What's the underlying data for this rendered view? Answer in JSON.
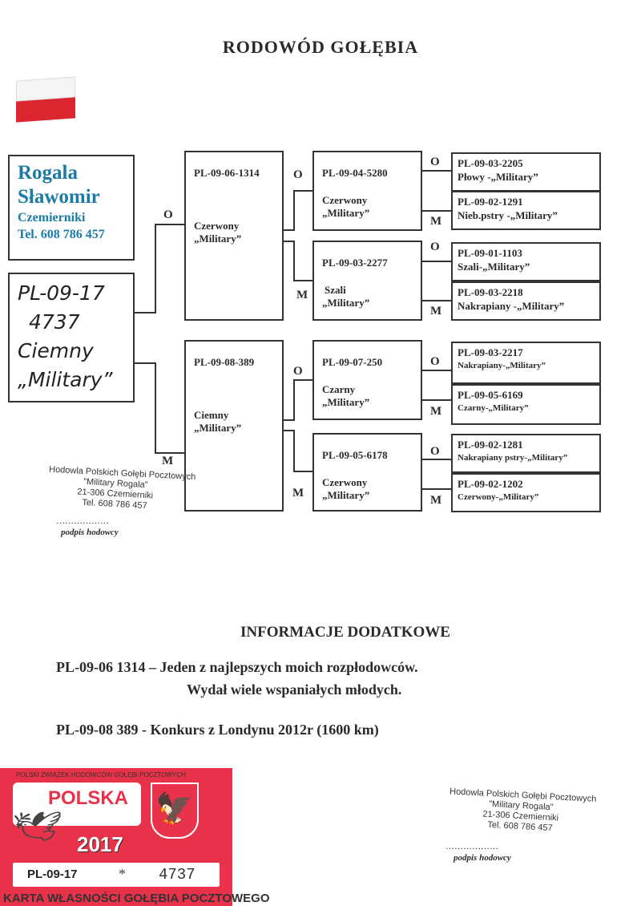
{
  "title": "RODOWÓD GOŁĘBIA",
  "owner": {
    "surname": "Rogala",
    "name": "Sławomir",
    "town": "Czemierniki",
    "phone": "Tel. 608 786 457"
  },
  "bird": {
    "ring_line1": "PL-09-17",
    "ring_line2": "4737",
    "color": "Ciemny",
    "strain": "„Military”"
  },
  "labels": {
    "father": "O",
    "mother": "M"
  },
  "gen1": [
    {
      "ring": "PL-09-06-1314",
      "color": "Czerwony",
      "strain": "„Military”"
    },
    {
      "ring": "PL-09-08-389",
      "color": "Ciemny",
      "strain": "„Military”"
    }
  ],
  "gen2": [
    {
      "ring": "PL-09-04-5280",
      "color": "Czerwony",
      "strain": "„Military”"
    },
    {
      "ring": "PL-09-03-2277",
      "color": "Szali",
      "strain": "„Military”"
    },
    {
      "ring": "PL-09-07-250",
      "color": "Czarny",
      "strain": "„Military”"
    },
    {
      "ring": "PL-09-05-6178",
      "color": "Czerwony",
      "strain": "„Military”"
    }
  ],
  "gen3": [
    {
      "ring": "PL-09-03-2205",
      "desc": "Płowy -„Military”"
    },
    {
      "ring": "PL-09-02-1291",
      "desc": "Nieb.pstry -„Military”"
    },
    {
      "ring": "PL-09-01-1103",
      "desc": "Szali-„Military”"
    },
    {
      "ring": "PL-09-03-2218",
      "desc": "Nakrapiany -„Military”"
    },
    {
      "ring": "PL-09-03-2217",
      "desc": "Nakrapiany-„Military”"
    },
    {
      "ring": "PL-09-05-6169",
      "desc": "Czarny-„Military”"
    },
    {
      "ring": "PL-09-02-1281",
      "desc": "Nakrapiany pstry-„Military”"
    },
    {
      "ring": "PL-09-02-1202",
      "desc": "Czerwony-„Military”"
    }
  ],
  "stamp": {
    "line1": "Hodowla Polskich Gołębi Pocztowych",
    "line2": "\"Military Rogala\"",
    "line3": "21-306 Czemierniki",
    "line4": "Tel. 608 786 457",
    "dots": "………………",
    "signature_label": "podpis hodowcy"
  },
  "info": {
    "heading": "INFORMACJE DODATKOWE",
    "line1": "PL-09-06  1314 – Jeden z najlepszych moich rozpłodowców.",
    "line2": "Wydał wiele wspaniałych młodych.",
    "line3": "PL-09-08  389 -  Konkurs z Londynu 2012r (1600 km)"
  },
  "card": {
    "border_text": "POLSKI ZWIĄZEK HODOWCÓW GOŁĘBI POCZTOWYCH",
    "country": "POLSKA",
    "year": "2017",
    "ring_prefix": "PL-09-17",
    "star": "*",
    "ring_number": "4737",
    "bottom": "KARTA WŁASNOŚCI GOŁĘBIA POCZTOWEGO"
  },
  "colors": {
    "owner_blue": "#1c7aa6",
    "card_red": "#e8324a",
    "flag_red": "#d9262f"
  }
}
